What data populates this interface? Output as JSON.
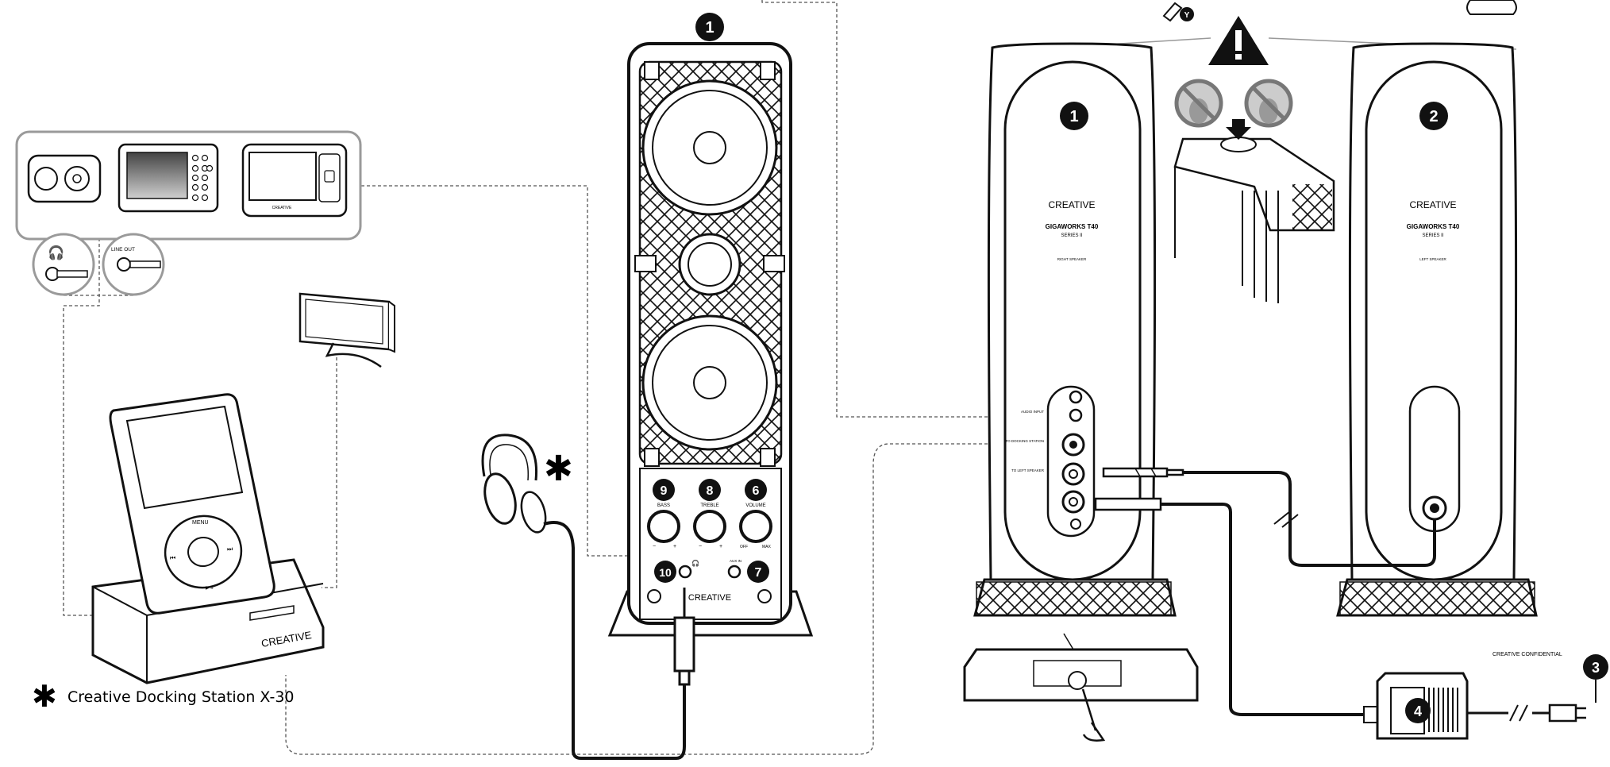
{
  "callouts": {
    "n1": "1",
    "n2": "2",
    "n3": "3",
    "n4": "4",
    "n6": "6",
    "n7": "7",
    "n8": "8",
    "n9": "9",
    "n10": "10",
    "port_y": "Y"
  },
  "brand": {
    "logo": "CREATIVE",
    "model": "GIGAWORKS T40",
    "series": "SERIES II",
    "right_speaker": "RIGHT SPEAKER",
    "left_speaker": "LEFT SPEAKER",
    "front_logo": "CREATIVE",
    "dock_logo": "CREATIVE"
  },
  "controls": {
    "bass": "BASS",
    "treble": "TREBLE",
    "volume": "VOLUME",
    "off": "OFF",
    "max": "MAX",
    "minus": "−",
    "plus": "+",
    "aux_in": "AUX IN"
  },
  "back_panel": {
    "audio_input": "AUDIO INPUT",
    "to_docking_station": "TO DOCKING STATION",
    "to_left_speaker": "TO LEFT SPEAKER"
  },
  "device_ports": {
    "line_out": "LINE OUT"
  },
  "ipod": {
    "menu": "MENU",
    "prev": "⏮",
    "next": "⏭",
    "play": "▶ II"
  },
  "legend": {
    "asterisk": "✱",
    "dock_name": "Creative Docking Station X-30"
  },
  "footer": {
    "confidential": "CREATIVE CONFIDENTIAL"
  }
}
